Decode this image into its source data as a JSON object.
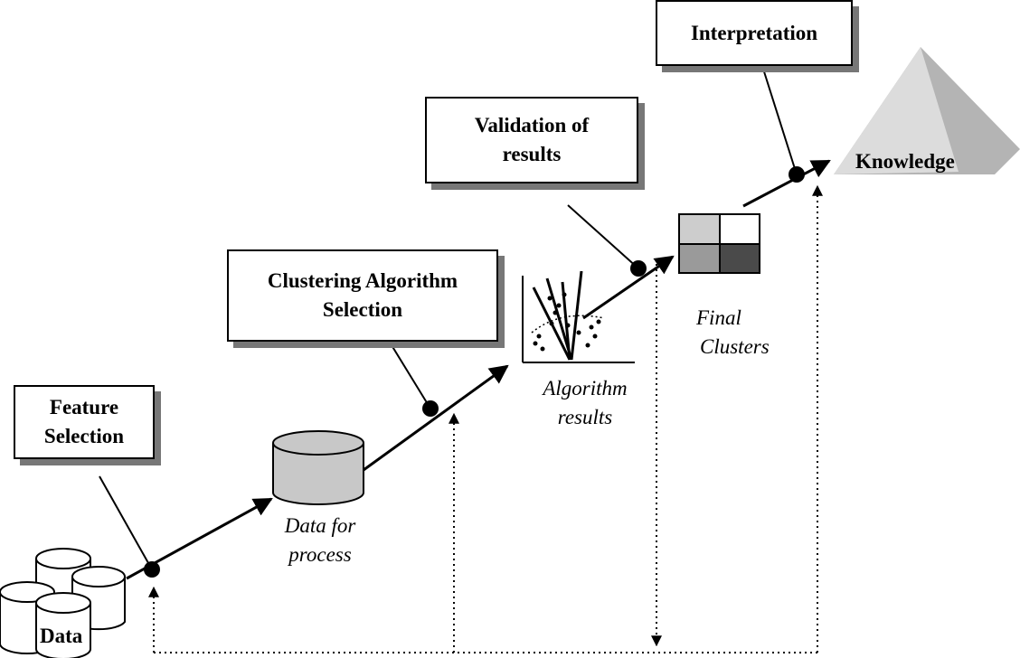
{
  "steps": {
    "feature_selection": [
      "Feature",
      "Selection"
    ],
    "clustering_algorithm_selection": [
      "Clustering Algorithm",
      "Selection"
    ],
    "validation_of_results": [
      "Validation of",
      "results"
    ],
    "interpretation": "Interpretation"
  },
  "artifacts": {
    "data": "Data",
    "data_for_process": [
      "Data for",
      "process"
    ],
    "algorithm_results": [
      "Algorithm",
      "results"
    ],
    "final_clusters": [
      "Final",
      "Clusters"
    ],
    "knowledge": "Knowledge"
  },
  "colors": {
    "box_shadow": "#777777",
    "cylinder_fill": "#c8c8c8",
    "pyramid_light": "#dcdcdc",
    "pyramid_dark": "#b4b4b4",
    "cluster_tl": "#cdcdcd",
    "cluster_tr": "#ffffff",
    "cluster_bl": "#9a9a9a",
    "cluster_br": "#4a4a4a"
  }
}
